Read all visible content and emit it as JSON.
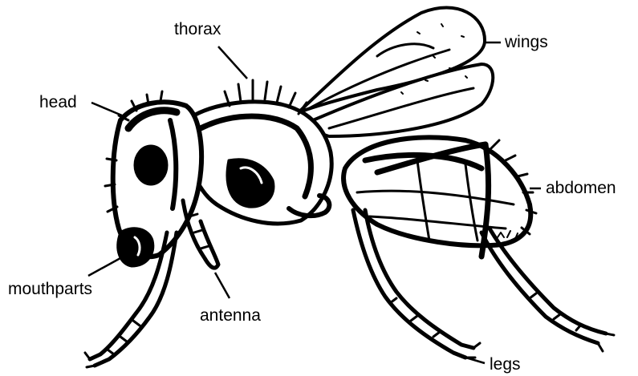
{
  "diagram": {
    "labels": {
      "thorax": "thorax",
      "wings": "wings",
      "head": "head",
      "abdomen": "abdomen",
      "mouthparts": "mouthparts",
      "antenna": "antenna",
      "legs": "legs"
    }
  }
}
